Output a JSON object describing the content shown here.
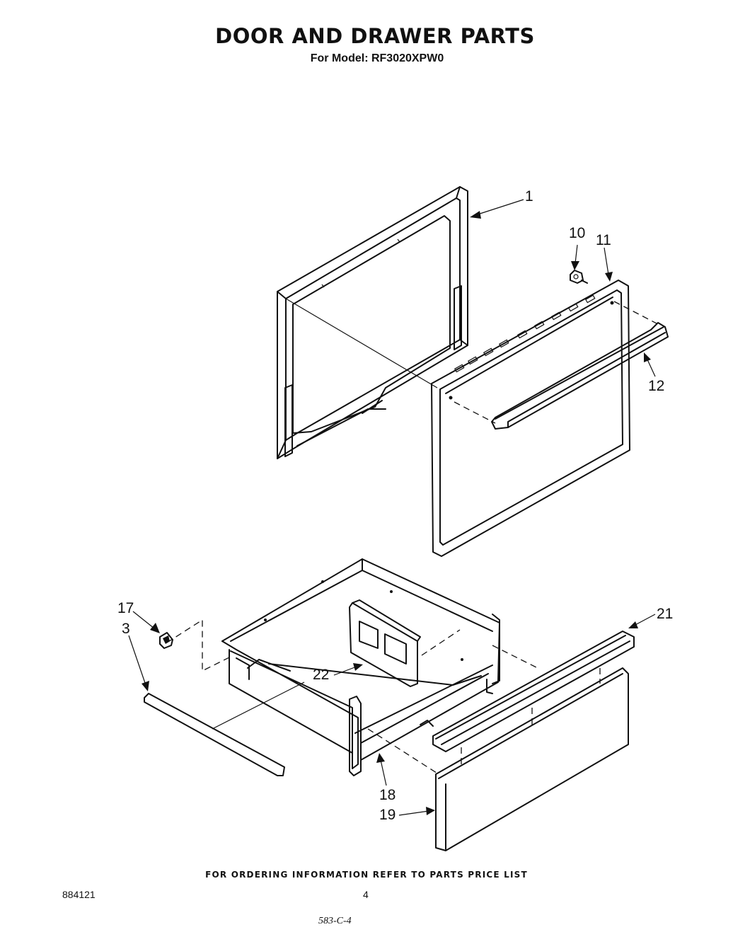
{
  "header": {
    "title": "DOOR AND DRAWER PARTS",
    "subtitle": "For Model: RF3020XPW0"
  },
  "diagram": {
    "callouts": [
      {
        "id": "1",
        "label": "1"
      },
      {
        "id": "10",
        "label": "10"
      },
      {
        "id": "11",
        "label": "11"
      },
      {
        "id": "12",
        "label": "12"
      },
      {
        "id": "17",
        "label": "17"
      },
      {
        "id": "3",
        "label": "3"
      },
      {
        "id": "22",
        "label": "22"
      },
      {
        "id": "21",
        "label": "21"
      },
      {
        "id": "18",
        "label": "18"
      },
      {
        "id": "19",
        "label": "19"
      }
    ]
  },
  "footer": {
    "note": "FOR ORDERING INFORMATION REFER TO PARTS PRICE LIST",
    "doc_number": "884121",
    "page_number": "4",
    "stamp": "583-C-4"
  }
}
